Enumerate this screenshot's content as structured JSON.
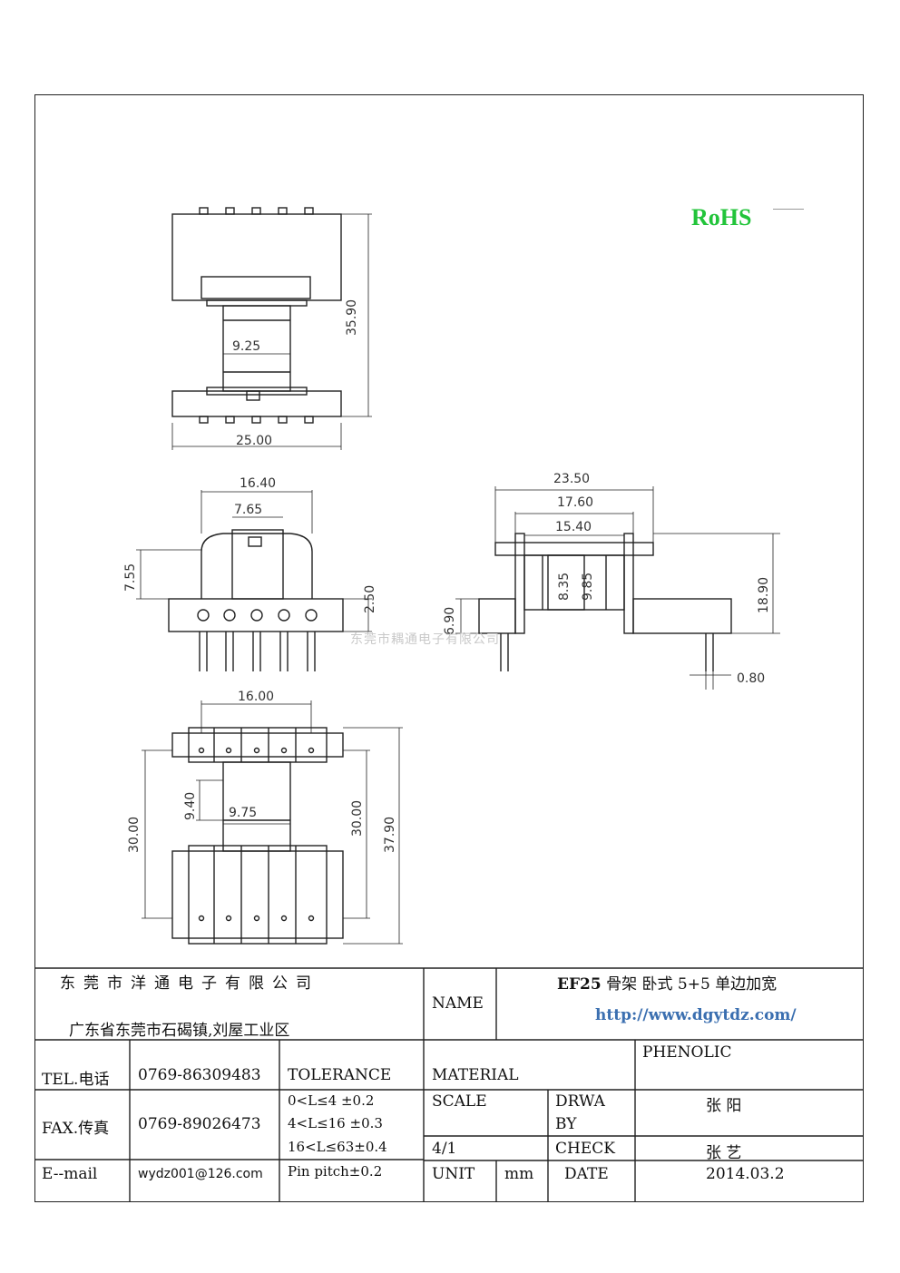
{
  "rohs": "RoHS",
  "watermark": "东莞市耦通电子有限公司",
  "dimensions": {
    "height_total": "35.90",
    "core_width_a": "9.25",
    "base_width": "25.00",
    "flange_width": "16.40",
    "inner_width": "7.65",
    "side_height": "7.55",
    "flange_thickness": "2.50",
    "total_length": "23.50",
    "inner_length": "17.60",
    "winding_length": "15.40",
    "core_small": "8.35",
    "core_large": "9.85",
    "base_height": "6.90",
    "outer_diameter": "18.90",
    "pin_diameter": "0.80",
    "pin_span": "16.00",
    "depth_a": "9.40",
    "core_depth": "9.75",
    "length_a": "30.00",
    "length_b": "30.00",
    "length_total": "37.90"
  },
  "title_block": {
    "company": "东莞市洋通电子有限公司",
    "address": "广东省东莞市石碣镇,刘屋工业区",
    "name_label": "NAME",
    "product_code": "EF25",
    "product_desc": "骨架  卧式 5+5  单边加宽",
    "url": "http://www.dgytdz.com/",
    "tel_label": "TEL.电话",
    "tel_value": "0769-86309483",
    "fax_label": "FAX.传真",
    "fax_value": "0769-89026473",
    "email_label": "E--mail",
    "email_value": "wydz001@126.com",
    "tolerance_label": "TOLERANCE",
    "tolerance_lines": [
      "0<L≤4   ±0.2",
      "4<L≤16  ±0.3",
      "16<L≤63±0.4",
      "Pin pitch±0.2"
    ],
    "material_label": "MATERIAL",
    "material_value": "PHENOLIC",
    "scale_label": "SCALE",
    "scale_value": "4/1",
    "drawn_label_1": "DRWA",
    "drawn_label_2": "BY",
    "drawn_value": "张 阳",
    "check_label": "CHECK",
    "check_value": "张 艺",
    "unit_label": "UNIT",
    "unit_value": "mm",
    "date_label": "DATE",
    "date_value": "2014.03.2"
  }
}
